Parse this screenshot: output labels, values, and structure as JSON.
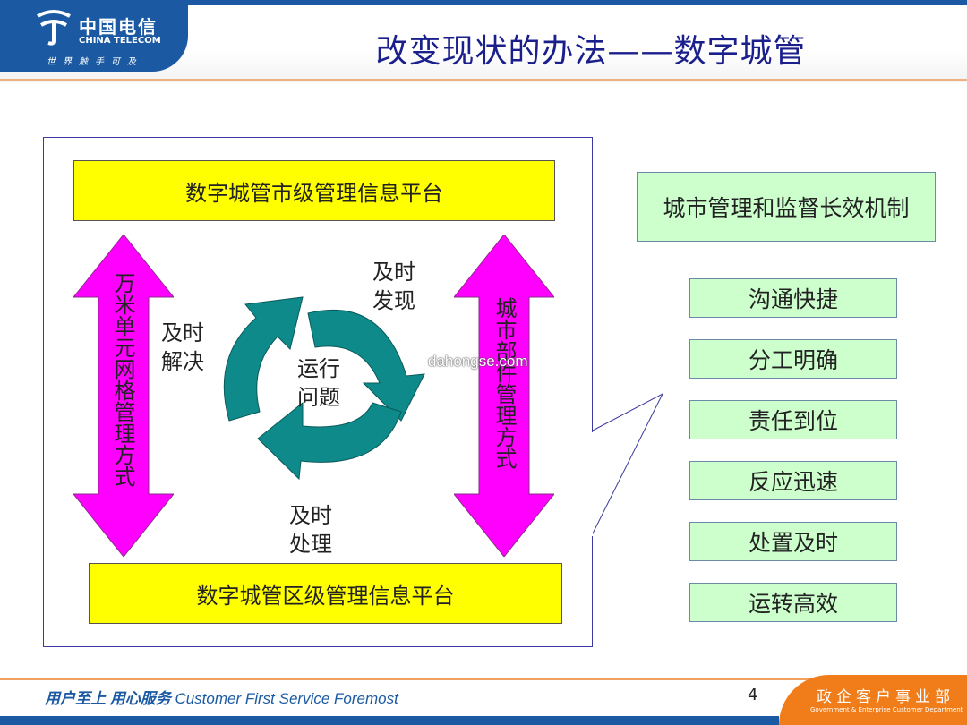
{
  "header": {
    "logo_cn": "中国电信",
    "logo_en": "CHINA TELECOM",
    "logo_slogan": "世界触手可及",
    "title": "改变现状的办法——数字城管"
  },
  "diagram": {
    "top_platform": "数字城管市级管理信息平台",
    "bottom_platform": "数字城管区级管理信息平台",
    "left_arrow_text": "万米单元网格管理方式",
    "right_arrow_text": "城市部件管理方式",
    "cycle_center": [
      "运行",
      "问题"
    ],
    "label_discover": [
      "及时",
      "发现"
    ],
    "label_solve": [
      "及时",
      "解决"
    ],
    "label_handle": [
      "及时",
      "处理"
    ],
    "mechanism_title": "城市管理和监督长效机制",
    "mechanisms": [
      "沟通快捷",
      "分工明确",
      "责任到位",
      "反应迅速",
      "处置及时",
      "运转高效"
    ]
  },
  "watermark": "dahongse.com",
  "footer": {
    "slogan_cn": "用户至上 用心服务 ",
    "slogan_en": "Customer First Service Foremost",
    "page_number": "4",
    "dept_cn": "政企客户事业部",
    "dept_en": "Government & Enterprise Customer Department"
  },
  "colors": {
    "brand_blue": "#1b5aa3",
    "title_blue": "#1a1f8c",
    "platform_yellow": "#ffff00",
    "arrow_magenta": "#ff00ff",
    "cycle_teal": "#0f8a8a",
    "mechanism_green": "#ccffcc",
    "footer_orange": "#f07d1a"
  }
}
